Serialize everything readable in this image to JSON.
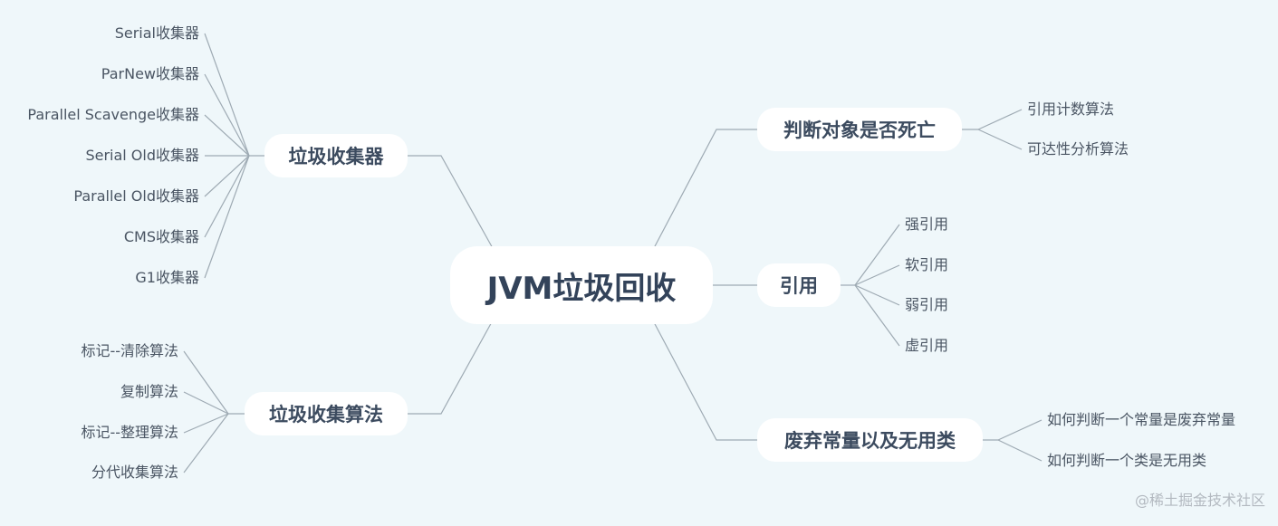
{
  "root": {
    "label": "JVM垃圾回收"
  },
  "branches": {
    "gc_collectors": {
      "label": "垃圾收集器",
      "children": [
        "Serial收集器",
        "ParNew收集器",
        "Parallel Scavenge收集器",
        "Serial Old收集器",
        "Parallel Old收集器",
        "CMS收集器",
        "G1收集器"
      ]
    },
    "gc_algorithms": {
      "label": "垃圾收集算法",
      "children": [
        "标记--清除算法",
        "复制算法",
        "标记--整理算法",
        "分代收集算法"
      ]
    },
    "death_check": {
      "label": "判断对象是否死亡",
      "children": [
        "引用计数算法",
        "可达性分析算法"
      ]
    },
    "references": {
      "label": "引用",
      "children": [
        "强引用",
        "软引用",
        "弱引用",
        "虚引用"
      ]
    },
    "useless": {
      "label": "废弃常量以及无用类",
      "children": [
        "如何判断一个常量是废弃常量",
        "如何判断一个类是无用类"
      ]
    }
  },
  "watermark": "@稀土掘金技术社区"
}
